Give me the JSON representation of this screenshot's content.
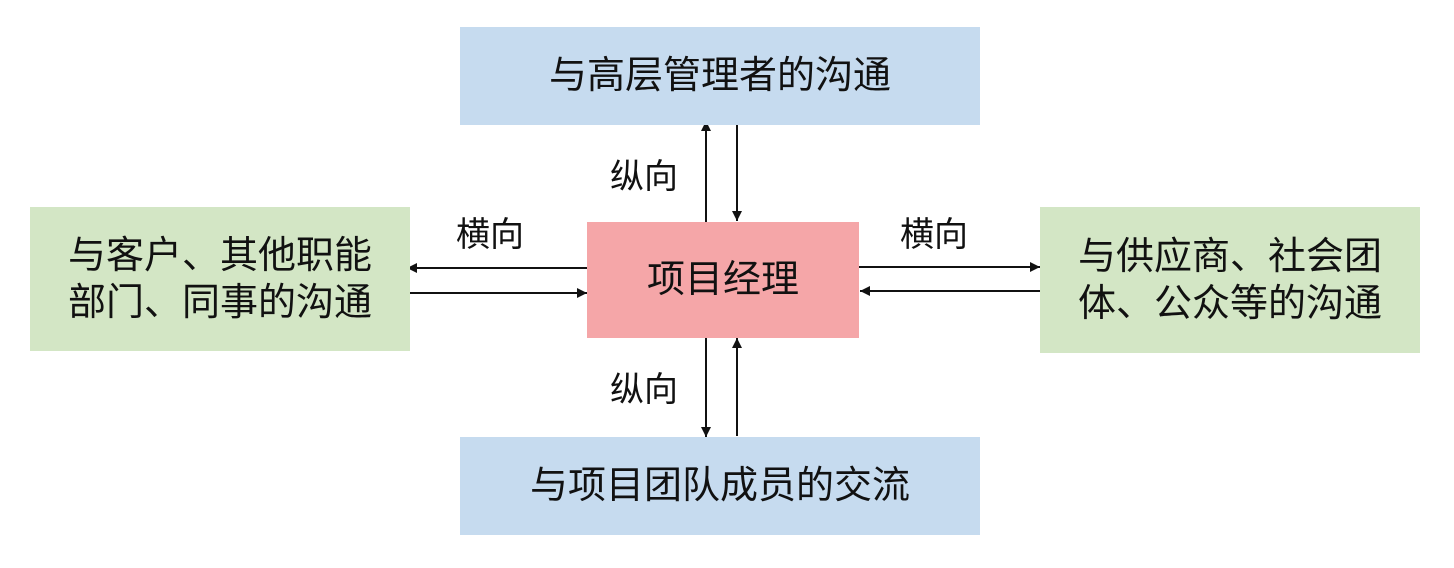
{
  "nodes": {
    "top": "与高层管理者的沟通",
    "bottom": "与项目团队成员的交流",
    "left": "与客户、其他职能\n部门、同事的沟通",
    "right": "与供应商、社会团\n体、公众等的沟通",
    "center": "项目经理"
  },
  "edge_labels": {
    "top": "纵向",
    "bottom": "纵向",
    "left": "横向",
    "right": "横向"
  }
}
